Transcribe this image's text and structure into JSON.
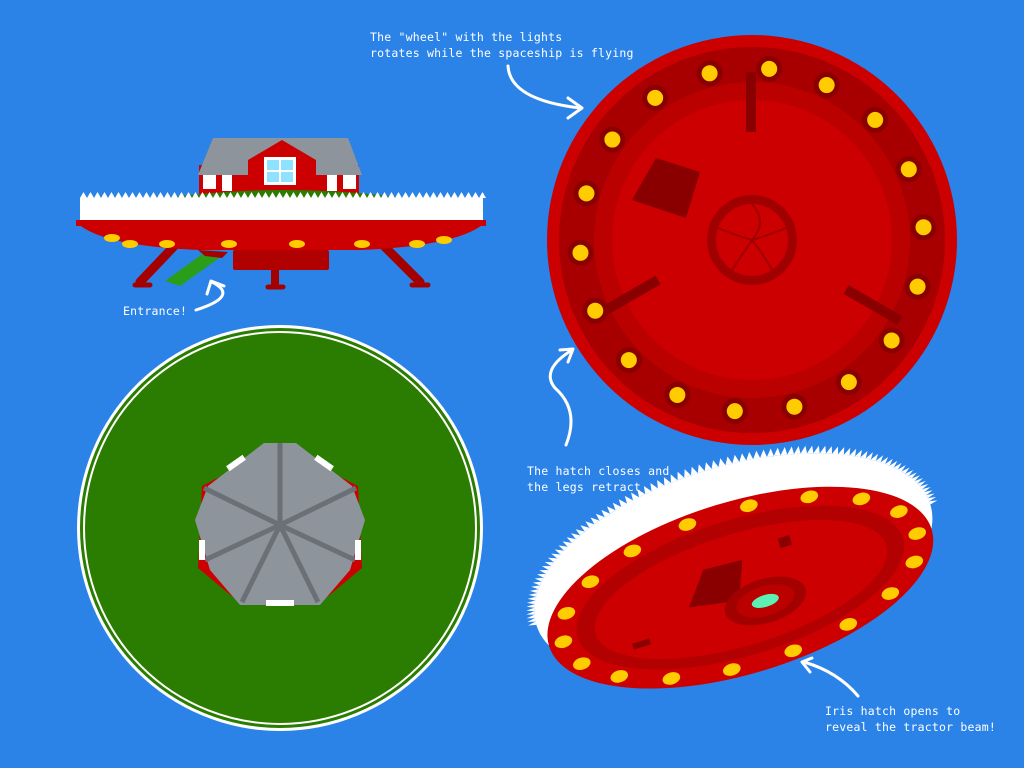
{
  "annotations": {
    "wheel_line1": "The \"wheel\" with the lights",
    "wheel_line2": "rotates while the spaceship is flying",
    "entrance": "Entrance!",
    "hatch_line1": "The hatch closes and",
    "hatch_line2": "the legs retract",
    "iris_line1": "Iris hatch opens to",
    "iris_line2": "reveal the tractor beam!"
  },
  "colors": {
    "background": "#2b83e8",
    "hull_red": "#cc0000",
    "hull_dark_red": "#a30000",
    "light_yellow": "#ffcc00",
    "grass_green": "#2a7d00",
    "fence_white": "#ffffff",
    "roof_grey": "#8e949b",
    "beam_mint": "#5cf0b4"
  },
  "icons": [
    "curved-arrow-icon"
  ]
}
